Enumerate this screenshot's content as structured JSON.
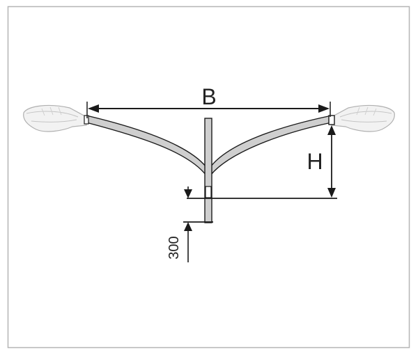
{
  "labels": {
    "width": "B",
    "height": "H",
    "offset": "300"
  },
  "colors": {
    "frame": "#b5b5b5",
    "line": "#1a1a1a",
    "arm_fill": "#cfcfcf",
    "luminaire_fill": "#f2f2f2",
    "luminaire_stroke": "#b0b0b0"
  }
}
